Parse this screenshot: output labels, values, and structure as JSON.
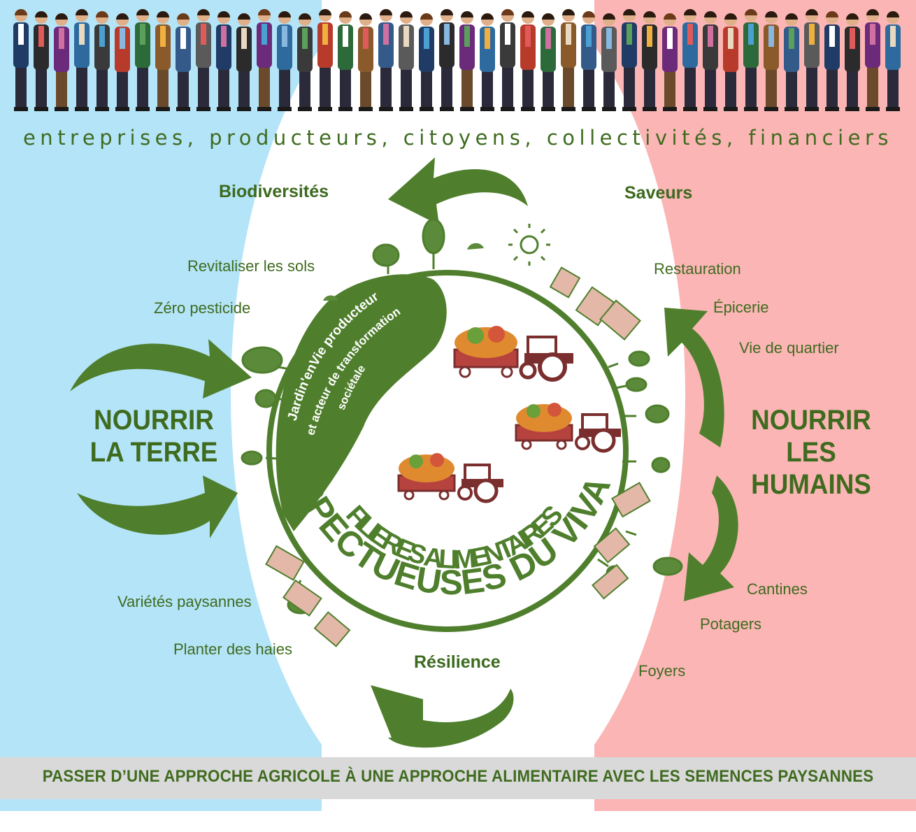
{
  "stakeholders": "entreprises, producteurs, citoyens, collectivités, financiers",
  "top_labels": {
    "left": "Biodiversités",
    "right": "Saveurs",
    "bottom": "Résilience"
  },
  "left_items": [
    "Revitaliser les sols",
    "Zéro pesticide"
  ],
  "left_bottom_items": [
    "Variétés paysannes",
    "Planter des haies"
  ],
  "right_items": [
    "Restauration",
    "Épicerie",
    "Vie de quartier"
  ],
  "right_bottom_items": [
    "Cantines",
    "Potagers",
    "Foyers"
  ],
  "left_title": {
    "line1": "NOURRIR",
    "line2": "LA TERRE"
  },
  "right_title": {
    "line1": "NOURRIR",
    "line2": "LES HUMAINS"
  },
  "leaf_text": {
    "line1": "Jardin'enVie producteur",
    "line2": "et acteur de transformation",
    "line3": "sociétale"
  },
  "circle_title": {
    "line1": "FILIERES ALIMENTAIRES",
    "line2": "RESPECTUEUSES DU VIVANT"
  },
  "footer": "PASSER D’UNE APPROCHE AGRICOLE À UNE APPROCHE ALIMENTAIRE AVEC LES SEMENCES PAYSANNES",
  "colors": {
    "green": "#3f6b1f",
    "arrow_green": "#4f7f2d",
    "blue_bg": "#b4e4f8",
    "red_bg": "#fbb5b5",
    "tractor": "#7a2e2e"
  }
}
